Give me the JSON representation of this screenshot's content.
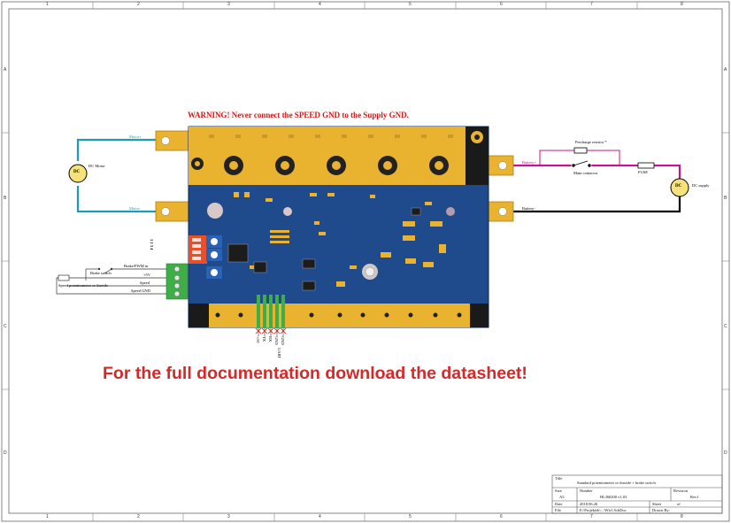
{
  "warning": "WARNING! Never connect the SPEED GND to the Supply GND.",
  "headline": "For the full documentation download the datasheet!",
  "motor": {
    "symbol": "DC",
    "label": "DC Motor",
    "wire_top": "Motor+",
    "wire_bottom": "Motor-"
  },
  "supply": {
    "symbol": "DC",
    "label": "DC supply",
    "wire_top": "Battery+",
    "wire_bottom": "Battery-",
    "precharge": "Precharge resistor *",
    "contactor": "Main contactor",
    "fuse": "FUSE"
  },
  "input_side": {
    "header_pins": "1 2 3 4",
    "brake_pwm": "Brake/PWM in",
    "brake_switch": "Brake switch",
    "plus5v": "+5V",
    "speed": "Speed",
    "speed_gnd": "Speed GND",
    "pot": "Speed potentiometer or throttle"
  },
  "bottom_pins": [
    "+5V",
    "TX",
    "RX",
    "GND",
    "GND",
    "UART"
  ],
  "title_block": {
    "title_label": "Title",
    "title_value": "Standard potentiometer or throttle + brake switch",
    "size_label": "Size",
    "size_value": "A5",
    "number_label": "Number",
    "number_value": "HLJ60200 v1.03",
    "revision_label": "Revision",
    "revision_value": "Rev1",
    "date_label": "Date",
    "date_value": "2018.06.26",
    "file_label": "File",
    "file_value": "E:\\Projektek\\...\\Wir1.SchDoc",
    "sheet_label": "Sheet",
    "sheet_value": "of",
    "drawn_label": "Drawn By:"
  },
  "border": {
    "cols": [
      "1",
      "2",
      "3",
      "4",
      "5",
      "6",
      "7",
      "8"
    ],
    "rows": [
      "A",
      "B",
      "C",
      "D"
    ]
  },
  "colors": {
    "board_blue": "#1f4a8c",
    "copper": "#e9b22f",
    "wire_teal": "#1b9bb8",
    "wire_magenta": "#c0178a",
    "warning_red": "#d01a1a",
    "terminal_green": "#3fae49",
    "dip_orange": "#e8502c"
  }
}
